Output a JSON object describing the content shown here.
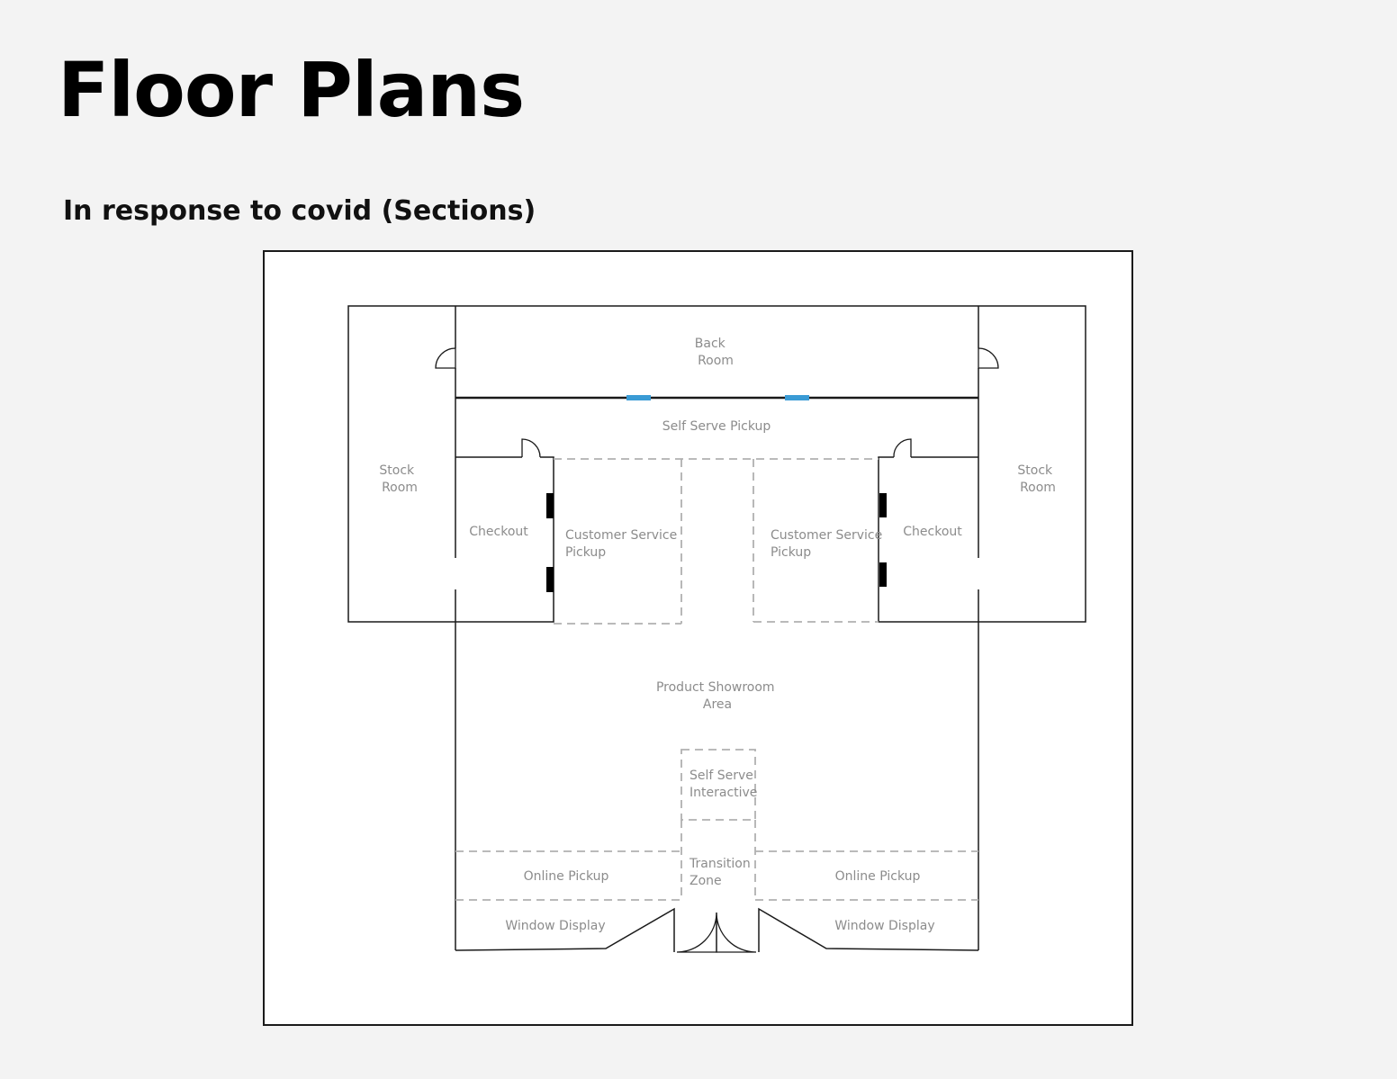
{
  "header": {
    "title": "Floor Plans",
    "subtitle": "In response to covid (Sections)"
  },
  "plan": {
    "rooms": {
      "back_room": [
        "Back",
        "Room"
      ],
      "self_serve_pickup": [
        "Self Serve Pickup"
      ],
      "stock_room_left": [
        "Stock",
        "Room"
      ],
      "stock_room_right": [
        "Stock",
        "Room"
      ],
      "checkout_left": [
        "Checkout"
      ],
      "checkout_right": [
        "Checkout"
      ],
      "customer_service_left": [
        "Customer Service",
        "Pickup"
      ],
      "customer_service_right": [
        "Customer Service",
        "Pickup"
      ],
      "product_showroom": [
        "Product Showroom",
        "Area"
      ],
      "self_serve_interactive": [
        "Self Serve",
        "Interactive"
      ],
      "transition_zone": [
        "Transition",
        "Zone"
      ],
      "online_pickup_left": [
        "Online Pickup"
      ],
      "online_pickup_right": [
        "Online Pickup"
      ],
      "window_display_left": [
        "Window Display"
      ],
      "window_display_right": [
        "Window Display"
      ]
    },
    "colors": {
      "wall": "#1a1a1a",
      "dashed_partition": "#b0b0b0",
      "pickup_locker": "#3a9bd5",
      "counter": "#000000",
      "label": "#8c8c8c"
    }
  }
}
